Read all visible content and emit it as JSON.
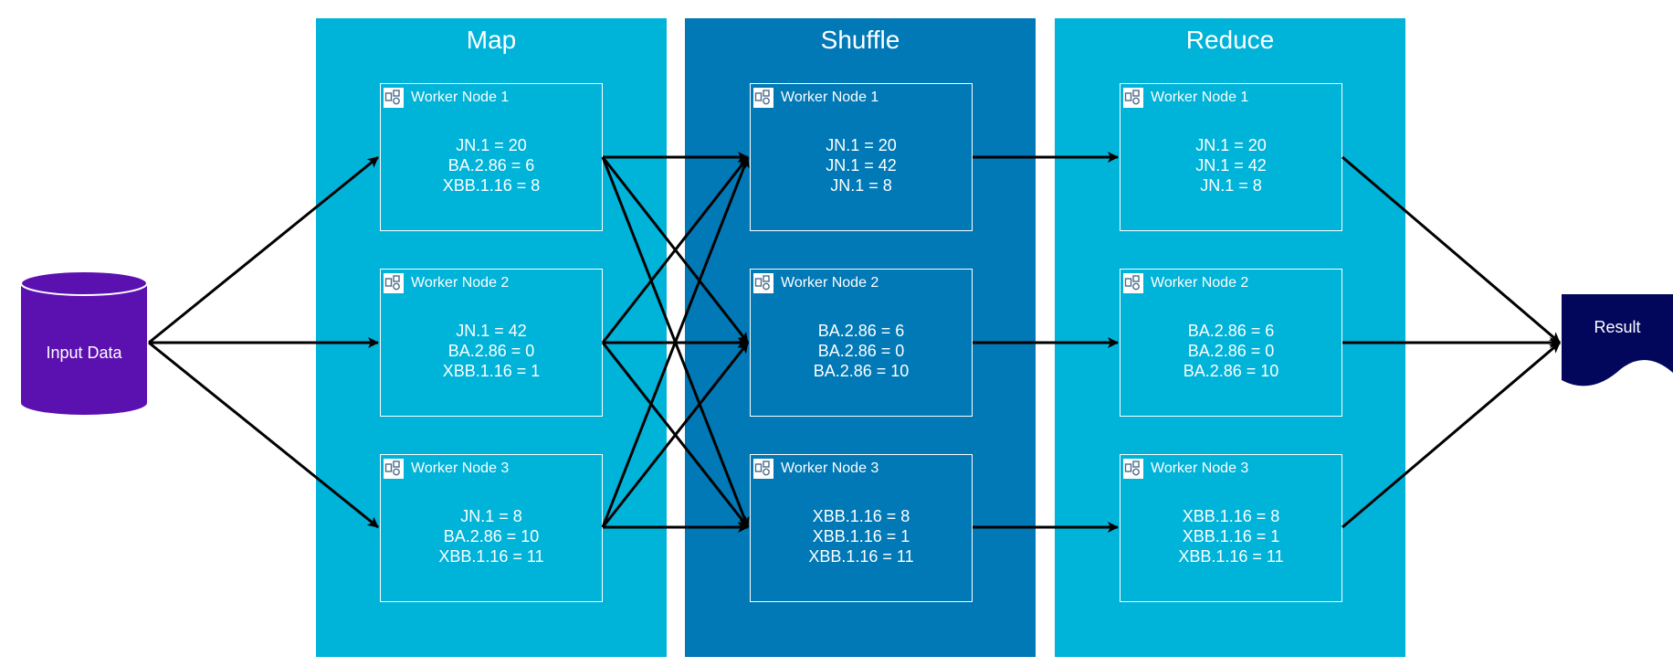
{
  "colors": {
    "map_bg": "#00b3d9",
    "shuffle_bg": "#0079b6",
    "reduce_bg": "#00b3d9",
    "input_fill": "#5b10b0",
    "result_fill": "#02075c",
    "arrow": "#000000"
  },
  "input": {
    "label": "Input Data"
  },
  "result": {
    "label": "Result"
  },
  "stages": [
    {
      "title": "Map",
      "nodes": [
        {
          "label": "Worker Node 1",
          "lines": [
            "JN.1 = 20",
            "BA.2.86 = 6",
            "XBB.1.16 = 8"
          ]
        },
        {
          "label": "Worker Node 2",
          "lines": [
            "JN.1 = 42",
            "BA.2.86 = 0",
            "XBB.1.16 = 1"
          ]
        },
        {
          "label": "Worker Node 3",
          "lines": [
            "JN.1 = 8",
            "BA.2.86 = 10",
            "XBB.1.16 = 11"
          ]
        }
      ]
    },
    {
      "title": "Shuffle",
      "nodes": [
        {
          "label": "Worker Node 1",
          "lines": [
            "JN.1 = 20",
            "JN.1 = 42",
            "JN.1 = 8"
          ]
        },
        {
          "label": "Worker Node 2",
          "lines": [
            "BA.2.86 = 6",
            "BA.2.86 = 0",
            "BA.2.86 = 10"
          ]
        },
        {
          "label": "Worker Node 3",
          "lines": [
            "XBB.1.16 = 8",
            "XBB.1.16 = 1",
            "XBB.1.16 = 11"
          ]
        }
      ]
    },
    {
      "title": "Reduce",
      "nodes": [
        {
          "label": "Worker Node 1",
          "lines": [
            "JN.1 = 20",
            "JN.1 = 42",
            "JN.1 = 8"
          ]
        },
        {
          "label": "Worker Node 2",
          "lines": [
            "BA.2.86 = 6",
            "BA.2.86 = 0",
            "BA.2.86 = 10"
          ]
        },
        {
          "label": "Worker Node 3",
          "lines": [
            "XBB.1.16 = 8",
            "XBB.1.16 = 1",
            "XBB.1.16 = 11"
          ]
        }
      ]
    }
  ],
  "icons": {
    "node_icon": "compute-icon"
  }
}
